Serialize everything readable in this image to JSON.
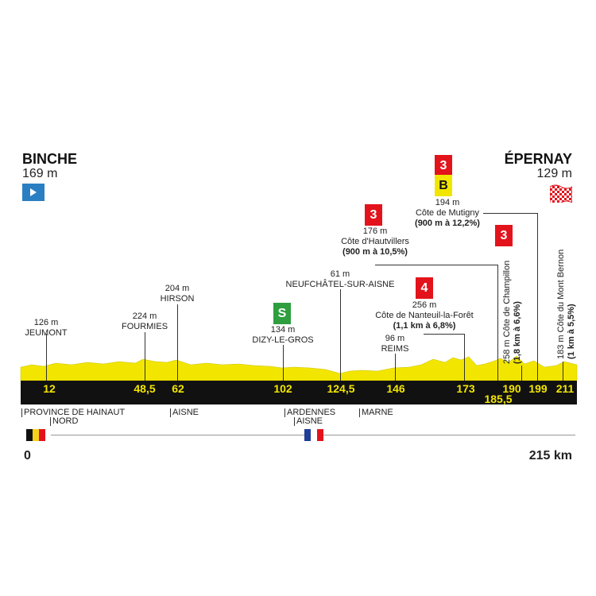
{
  "start": {
    "city": "BINCHE",
    "alt": "169 m"
  },
  "finish": {
    "city": "ÉPERNAY",
    "alt": "129 m"
  },
  "waypoints": {
    "jeumont": {
      "alt": "126 m",
      "name": "JEUMONT",
      "km": "12"
    },
    "fourmies": {
      "alt": "224 m",
      "name": "FOURMIES",
      "km": "48,5"
    },
    "hirson": {
      "alt": "204 m",
      "name": "HIRSON",
      "km": "62"
    },
    "dizy": {
      "alt": "134 m",
      "name": "DIZY-LE-GROS",
      "km": "102"
    },
    "neufchatel": {
      "alt": "61 m",
      "name": "NEUFCHÂTEL-SUR-AISNE",
      "km": "124,5"
    },
    "reims": {
      "alt": "96 m",
      "name": "REIMS",
      "km": "146"
    },
    "nanteuil": {
      "alt": "256 m",
      "name": "Côte de Nanteuil-la-Forêt",
      "detail": "(1,1 km à 6,8%)",
      "km": "173",
      "cat": "4"
    },
    "hautvillers": {
      "alt": "176 m",
      "name": "Côte d'Hautvillers",
      "detail": "(900 m à 10,5%)",
      "km": "185,5",
      "cat": "3"
    },
    "champillon": {
      "text": "258 m Côte de Champillon",
      "detail": "(1,8 km à 6,6%)",
      "km": "190",
      "cat": "3"
    },
    "mutigny": {
      "alt": "194 m",
      "name": "Côte de Mutigny",
      "detail": "(900 m à 12,2%)",
      "km": "199",
      "cat": "3",
      "bonus": "B"
    },
    "montbernon": {
      "text": "183 m Côte du Mont Bernon",
      "detail": "(1 km à 5,5%)",
      "km": "211"
    }
  },
  "sprint": {
    "symbol": "S"
  },
  "regions": {
    "hainaut": "PROVINCE DE HAINAUT",
    "nord": "NORD",
    "aisne1": "AISNE",
    "ardennes": "ARDENNES",
    "aisne2": "AISNE",
    "marne": "MARNE"
  },
  "distance": {
    "start": "0",
    "end": "215 km"
  },
  "colors": {
    "profile": "#f2e600",
    "band": "#111111",
    "sprint": "#2e9e3f",
    "climb": "#e3131b",
    "bonus": "#f2e600",
    "start_flag": "#2a7fc2"
  }
}
